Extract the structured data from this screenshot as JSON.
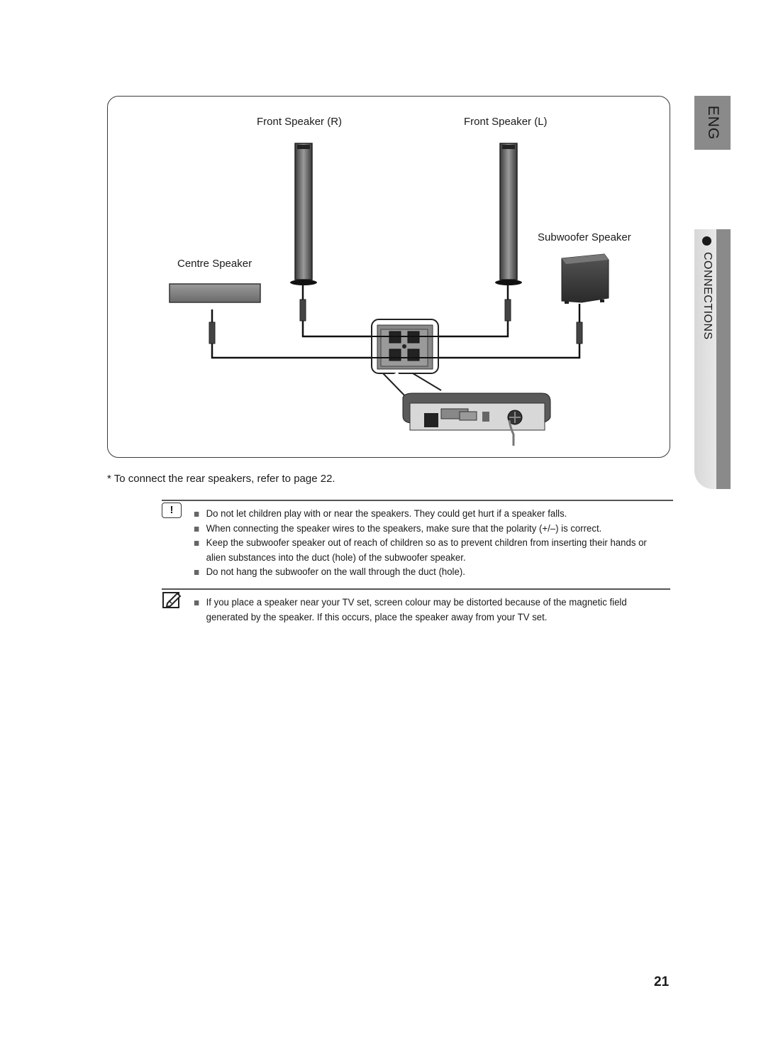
{
  "side_tabs": {
    "language": "ENG",
    "section": "CONNECTIONS"
  },
  "diagram": {
    "front_right_label": "Front Speaker (R)",
    "front_left_label": "Front Speaker (L)",
    "subwoofer_label": "Subwoofer Speaker",
    "centre_label": "Centre Speaker"
  },
  "footnote": "* To connect the rear speakers, refer to page 22.",
  "caution": {
    "icon": "caution-icon",
    "items": [
      "Do not let children play with or near the speakers. They could get hurt if a speaker falls.",
      "When connecting the speaker wires to the speakers, make sure that the polarity (+/–) is correct.",
      "Keep the subwoofer speaker out of reach of children so as to prevent children from inserting their hands or alien substances into the duct (hole) of the subwoofer speaker.",
      "Do not hang the subwoofer on the wall through the duct (hole)."
    ]
  },
  "note": {
    "icon": "note-icon",
    "items": [
      "If you place a speaker near your TV set, screen colour may be distorted because of the magnetic field generated by the speaker. If this occurs, place the speaker away from your TV set."
    ]
  },
  "page_number": "21"
}
